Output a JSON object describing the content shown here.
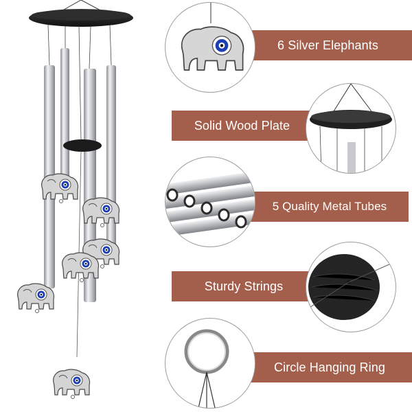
{
  "features": [
    {
      "label": "6 Silver Elephants",
      "icon": "elephant-charm-icon"
    },
    {
      "label": "Solid Wood Plate",
      "icon": "wood-plate-icon"
    },
    {
      "label": "5 Quality Metal Tubes",
      "icon": "metal-tubes-icon"
    },
    {
      "label": "Sturdy Strings",
      "icon": "string-knot-icon"
    },
    {
      "label": "Circle Hanging Ring",
      "icon": "hanging-ring-icon"
    }
  ],
  "colors": {
    "banner": "#a35f4b",
    "plate": "#1f1f1f",
    "tube": "#c7c9cc",
    "eye": "#1c3fb5"
  }
}
